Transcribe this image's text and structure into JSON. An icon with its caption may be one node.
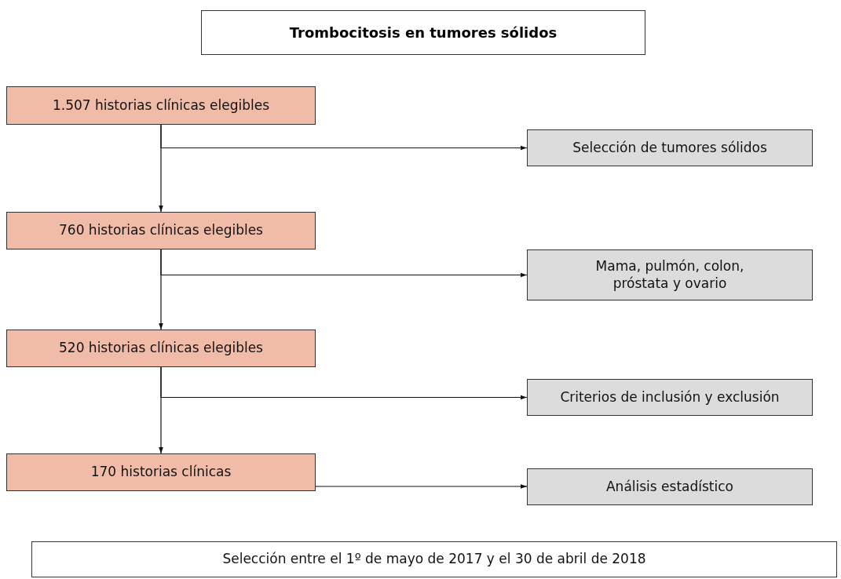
{
  "diagram": {
    "title": "Trombocitosis en tumores sólidos",
    "nodes": [
      {
        "text": [
          "1.507 historias clínicas elegibles"
        ]
      },
      {
        "text": [
          "Selección de tumores sólidos"
        ]
      },
      {
        "text": [
          "760 historias clínicas elegibles"
        ]
      },
      {
        "text": [
          "Mama, pulmón, colon, próstata y ovario"
        ]
      },
      {
        "text": [
          "520 historias clínicas elegibles"
        ]
      },
      {
        "text": [
          "Criterios de inclusión y exclusión"
        ]
      },
      {
        "text": [
          "170 historias clínicas"
        ]
      },
      {
        "text": [
          "Análisis estadístico"
        ]
      },
      {
        "text": [
          "Selección entre el 1º de mayo de 2017 y el 30 de abril de 2018"
        ]
      }
    ],
    "edges": [
      {
        "from": 0,
        "to": 2,
        "arrow": "to"
      },
      {
        "from": 0,
        "to": 1,
        "arrow": "to"
      },
      {
        "from": 2,
        "to": 4,
        "arrow": "to"
      },
      {
        "from": 2,
        "to": 3,
        "arrow": "to"
      },
      {
        "from": 4,
        "to": 6,
        "arrow": "to"
      },
      {
        "from": 4,
        "to": 5,
        "arrow": "to"
      },
      {
        "from": 6,
        "to": 7,
        "arrow": "to"
      }
    ]
  }
}
